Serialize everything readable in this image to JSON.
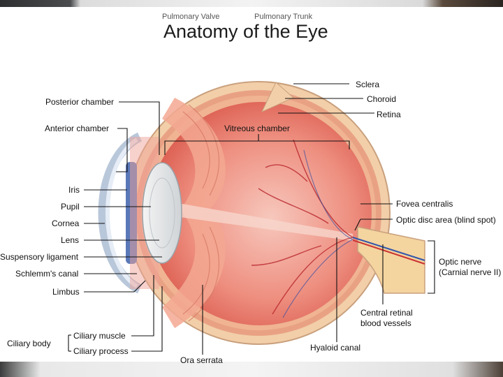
{
  "slide": {
    "title": "Anatomy of the Eye",
    "behind_labels": [
      "Pulmonary Valve",
      "Pulmonary Trunk"
    ]
  },
  "labels": {
    "posterior_chamber": "Posterior chamber",
    "anterior_chamber": "Anterior chamber",
    "iris": "Iris",
    "pupil": "Pupil",
    "cornea": "Cornea",
    "lens": "Lens",
    "suspensory_ligament": "Suspensory ligament",
    "schlemms_canal": "Schlemm's canal",
    "limbus": "Limbus",
    "ciliary_body": "Ciliary body",
    "ciliary_muscle": "Ciliary muscle",
    "ciliary_process": "Ciliary process",
    "ora_serrata": "Ora serrata",
    "vitreous_chamber": "Vitreous chamber",
    "sclera": "Sclera",
    "choroid": "Choroid",
    "retina": "Retina",
    "fovea_centralis": "Fovea centralis",
    "optic_disc": "Optic disc area (blind spot)",
    "optic_nerve_1": "Optic nerve",
    "optic_nerve_2": "(Carnial nerve II)",
    "central_retinal_1": "Central retinal",
    "central_retinal_2": "blood vessels",
    "hyaloid_canal": "Hyaloid canal"
  }
}
